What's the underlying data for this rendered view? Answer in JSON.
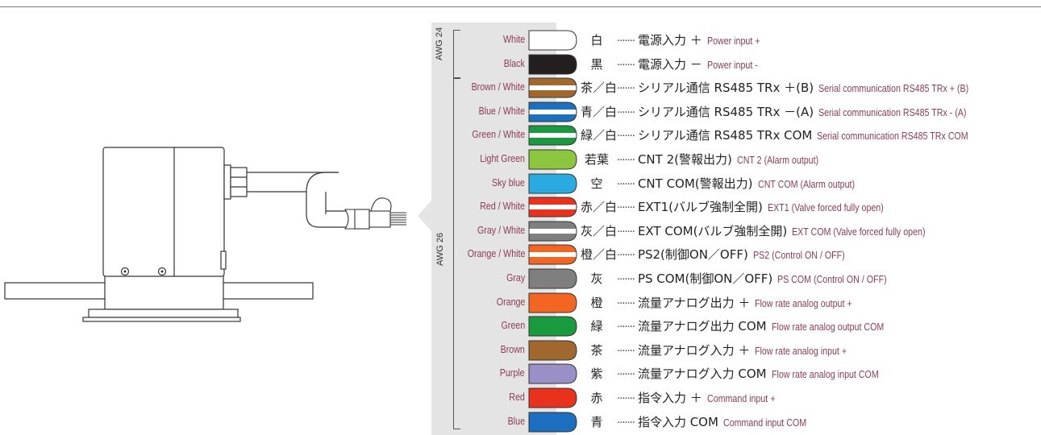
{
  "awg": {
    "top": "AWG 24",
    "bottom": "AWG 26"
  },
  "rows": [
    {
      "en": "White",
      "jp": "白",
      "desc_jp": "電源入力 ＋",
      "desc_en": "Power input +",
      "colors": [
        "#ffffff"
      ]
    },
    {
      "en": "Black",
      "jp": "黒",
      "desc_jp": "電源入力 －",
      "desc_en": "Power input -",
      "colors": [
        "#231f20"
      ]
    },
    {
      "en": "Brown / White",
      "jp": "茶／白",
      "desc_jp": "シリアル通信 RS485 TRx ＋(B)",
      "desc_en": "Serial communication RS485 TRx + (B)",
      "colors": [
        "#a0672f",
        "#ffffff"
      ]
    },
    {
      "en": "Blue / White",
      "jp": "青／白",
      "desc_jp": "シリアル通信 RS485 TRx －(A)",
      "desc_en": "Serial communication RS485 TRx - (A)",
      "colors": [
        "#1d6fc0",
        "#ffffff"
      ]
    },
    {
      "en": "Green / White",
      "jp": "緑／白",
      "desc_jp": "シリアル通信 RS485 TRx COM",
      "desc_en": "Serial communication RS485 TRx COM",
      "colors": [
        "#1a9a3f",
        "#ffffff"
      ]
    },
    {
      "en": "Light Green",
      "jp": "若葉",
      "desc_jp": "CNT 2(警報出力)",
      "desc_en": "CNT 2 (Alarm output)",
      "colors": [
        "#8cc63f"
      ]
    },
    {
      "en": "Sky blue",
      "jp": "空",
      "desc_jp": "CNT COM(警報出力)",
      "desc_en": "CNT COM (Alarm output)",
      "colors": [
        "#29abe2"
      ]
    },
    {
      "en": "Red / White",
      "jp": "赤／白",
      "desc_jp": "EXT1(バルブ強制全開)",
      "desc_en": "EXT1 (Valve forced fully open)",
      "colors": [
        "#e8321e",
        "#ffffff"
      ]
    },
    {
      "en": "Gray / White",
      "jp": "灰／白",
      "desc_jp": "EXT COM(バルブ強制全開)",
      "desc_en": "EXT COM (Valve forced fully open)",
      "colors": [
        "#7f7f7f",
        "#ffffff"
      ]
    },
    {
      "en": "Orange / White",
      "jp": "橙／白",
      "desc_jp": "PS2(制御ON／OFF)",
      "desc_en": "PS2 (Control ON / OFF)",
      "colors": [
        "#f26522",
        "#ffffff"
      ]
    },
    {
      "en": "Gray",
      "jp": "灰",
      "desc_jp": "PS COM(制御ON／OFF)",
      "desc_en": "PS COM (Control ON / OFF)",
      "colors": [
        "#7f7f7f"
      ]
    },
    {
      "en": "Orange",
      "jp": "橙",
      "desc_jp": "流量アナログ出力 ＋",
      "desc_en": "Flow rate analog output +",
      "colors": [
        "#f26522"
      ]
    },
    {
      "en": "Green",
      "jp": "緑",
      "desc_jp": "流量アナログ出力 COM",
      "desc_en": "Flow rate analog output COM",
      "colors": [
        "#1a9a3f"
      ]
    },
    {
      "en": "Brown",
      "jp": "茶",
      "desc_jp": "流量アナログ入力 ＋",
      "desc_en": "Flow rate analog input +",
      "colors": [
        "#a0672f"
      ]
    },
    {
      "en": "Purple",
      "jp": "紫",
      "desc_jp": "流量アナログ入力 COM",
      "desc_en": "Flow rate analog input COM",
      "colors": [
        "#9b8fc8"
      ]
    },
    {
      "en": "Red",
      "jp": "赤",
      "desc_jp": "指令入力 ＋",
      "desc_en": "Command input +",
      "colors": [
        "#e8321e"
      ]
    },
    {
      "en": "Blue",
      "jp": "青",
      "desc_jp": "指令入力 COM",
      "desc_en": "Command input COM",
      "colors": [
        "#1d6fc0"
      ]
    }
  ]
}
